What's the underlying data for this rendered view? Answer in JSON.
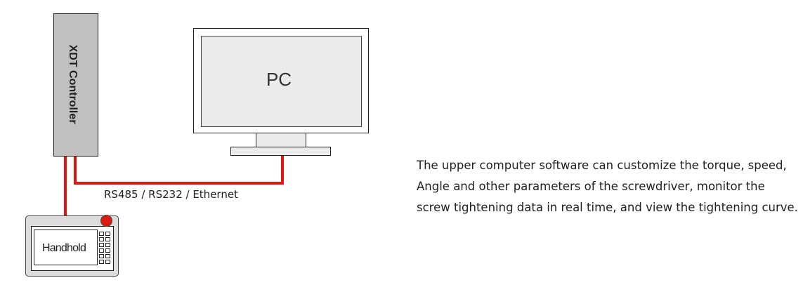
{
  "diagram": {
    "controller_label": "XDT Controller",
    "pc_label": "PC",
    "handhold_label": "Handhold",
    "connection_label": "RS485 / RS232 / Ethernet",
    "colors": {
      "cable": "#dd1a10",
      "device_gray": "#c0c0c0",
      "screen_gray": "#ebebeb",
      "button_red": "#dd1a10"
    }
  },
  "description": "The upper computer software can customize the torque, speed, Angle and other parameters of the screwdriver, monitor the screw tightening data in real time, and view the tightening curve."
}
